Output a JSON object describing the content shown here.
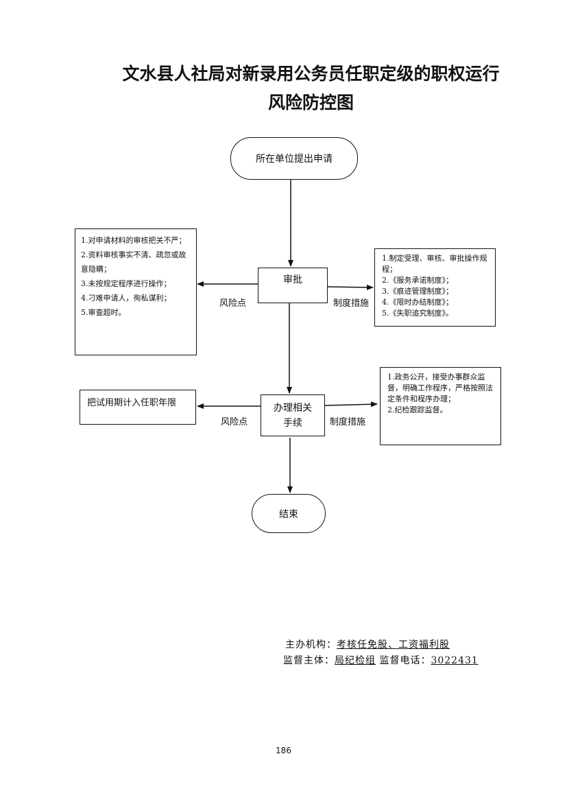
{
  "title_line1": "文水县人社局对新录用公务员任职定级的职权运行",
  "title_line2": "风险防控图",
  "nodes": {
    "start": "所在单位提出申请",
    "approve": "审批",
    "handle_line1": "办理相关",
    "handle_line2": "手续",
    "end": "结束"
  },
  "risk_label": "风险点",
  "measure_label": "制度措施",
  "risk1": [
    "1.对申请材料的审核把关不严；",
    "2.资料审核事实不清、疏忽或故意隐瞒；",
    "3.未按规定程序进行操作；",
    "4.刁难申请人，徇私谋利；",
    "5.审查超时。"
  ],
  "measure1": [
    "1.制定受理、审核、审批操作规程；",
    "2.《服务承诺制度》；",
    "3.《痕迹管理制度》；",
    "4.《限时办结制度》；",
    "5.《失职追究制度》。"
  ],
  "risk2": "把试用期计入任职年限",
  "measure2": [
    "1.政务公开，接受办事群众监督，明确工作程序，严格按照法定条件和程序办理；",
    "2.纪检跟踪监督。"
  ],
  "footer": {
    "organizer_label": "主办机构：",
    "organizer_value": "考核任免股、工资福利股",
    "supervisor_label": "监督主体：",
    "supervisor_value": "局纪检组",
    "phone_label": "监督电话：",
    "phone_value": "3022431"
  },
  "page_number": "186"
}
